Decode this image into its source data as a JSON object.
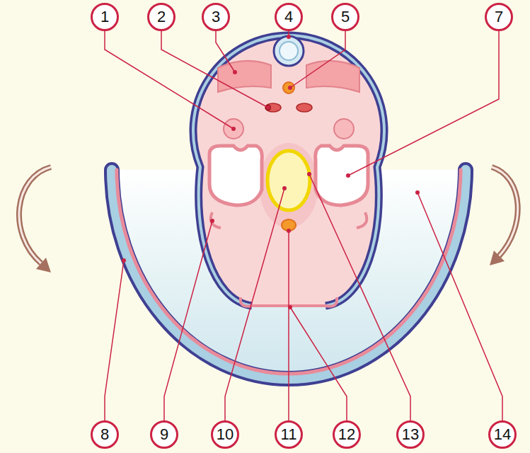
{
  "diagram": {
    "nodes": [
      {
        "text": [
          "1"
        ]
      },
      {
        "text": [
          "2"
        ]
      },
      {
        "text": [
          "3"
        ]
      },
      {
        "text": [
          "4"
        ]
      },
      {
        "text": [
          "5"
        ]
      },
      {
        "text": [
          "7"
        ]
      },
      {
        "text": [
          "8"
        ]
      },
      {
        "text": [
          "9"
        ]
      },
      {
        "text": [
          "10"
        ]
      },
      {
        "text": [
          "11"
        ]
      },
      {
        "text": [
          "12"
        ]
      },
      {
        "text": [
          "13"
        ]
      },
      {
        "text": [
          "14"
        ]
      }
    ]
  }
}
